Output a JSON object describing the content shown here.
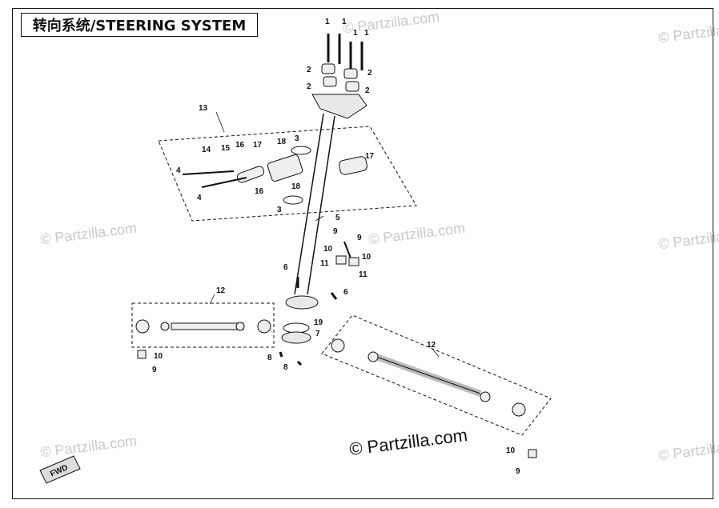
{
  "title": "转向系统/STEERING SYSTEM",
  "watermark": "© Partzilla.com",
  "main_credit": "© Partzilla.com",
  "fwd_label": "FWD",
  "callouts": [
    "1",
    "1",
    "1",
    "1",
    "2",
    "2",
    "2",
    "2",
    "13",
    "3",
    "3",
    "4",
    "4",
    "14",
    "15",
    "16",
    "16",
    "17",
    "17",
    "18",
    "18",
    "5",
    "9",
    "9",
    "10",
    "10",
    "11",
    "11",
    "6",
    "6",
    "12",
    "12",
    "19",
    "7",
    "8",
    "8",
    "10",
    "9",
    "10",
    "9"
  ]
}
